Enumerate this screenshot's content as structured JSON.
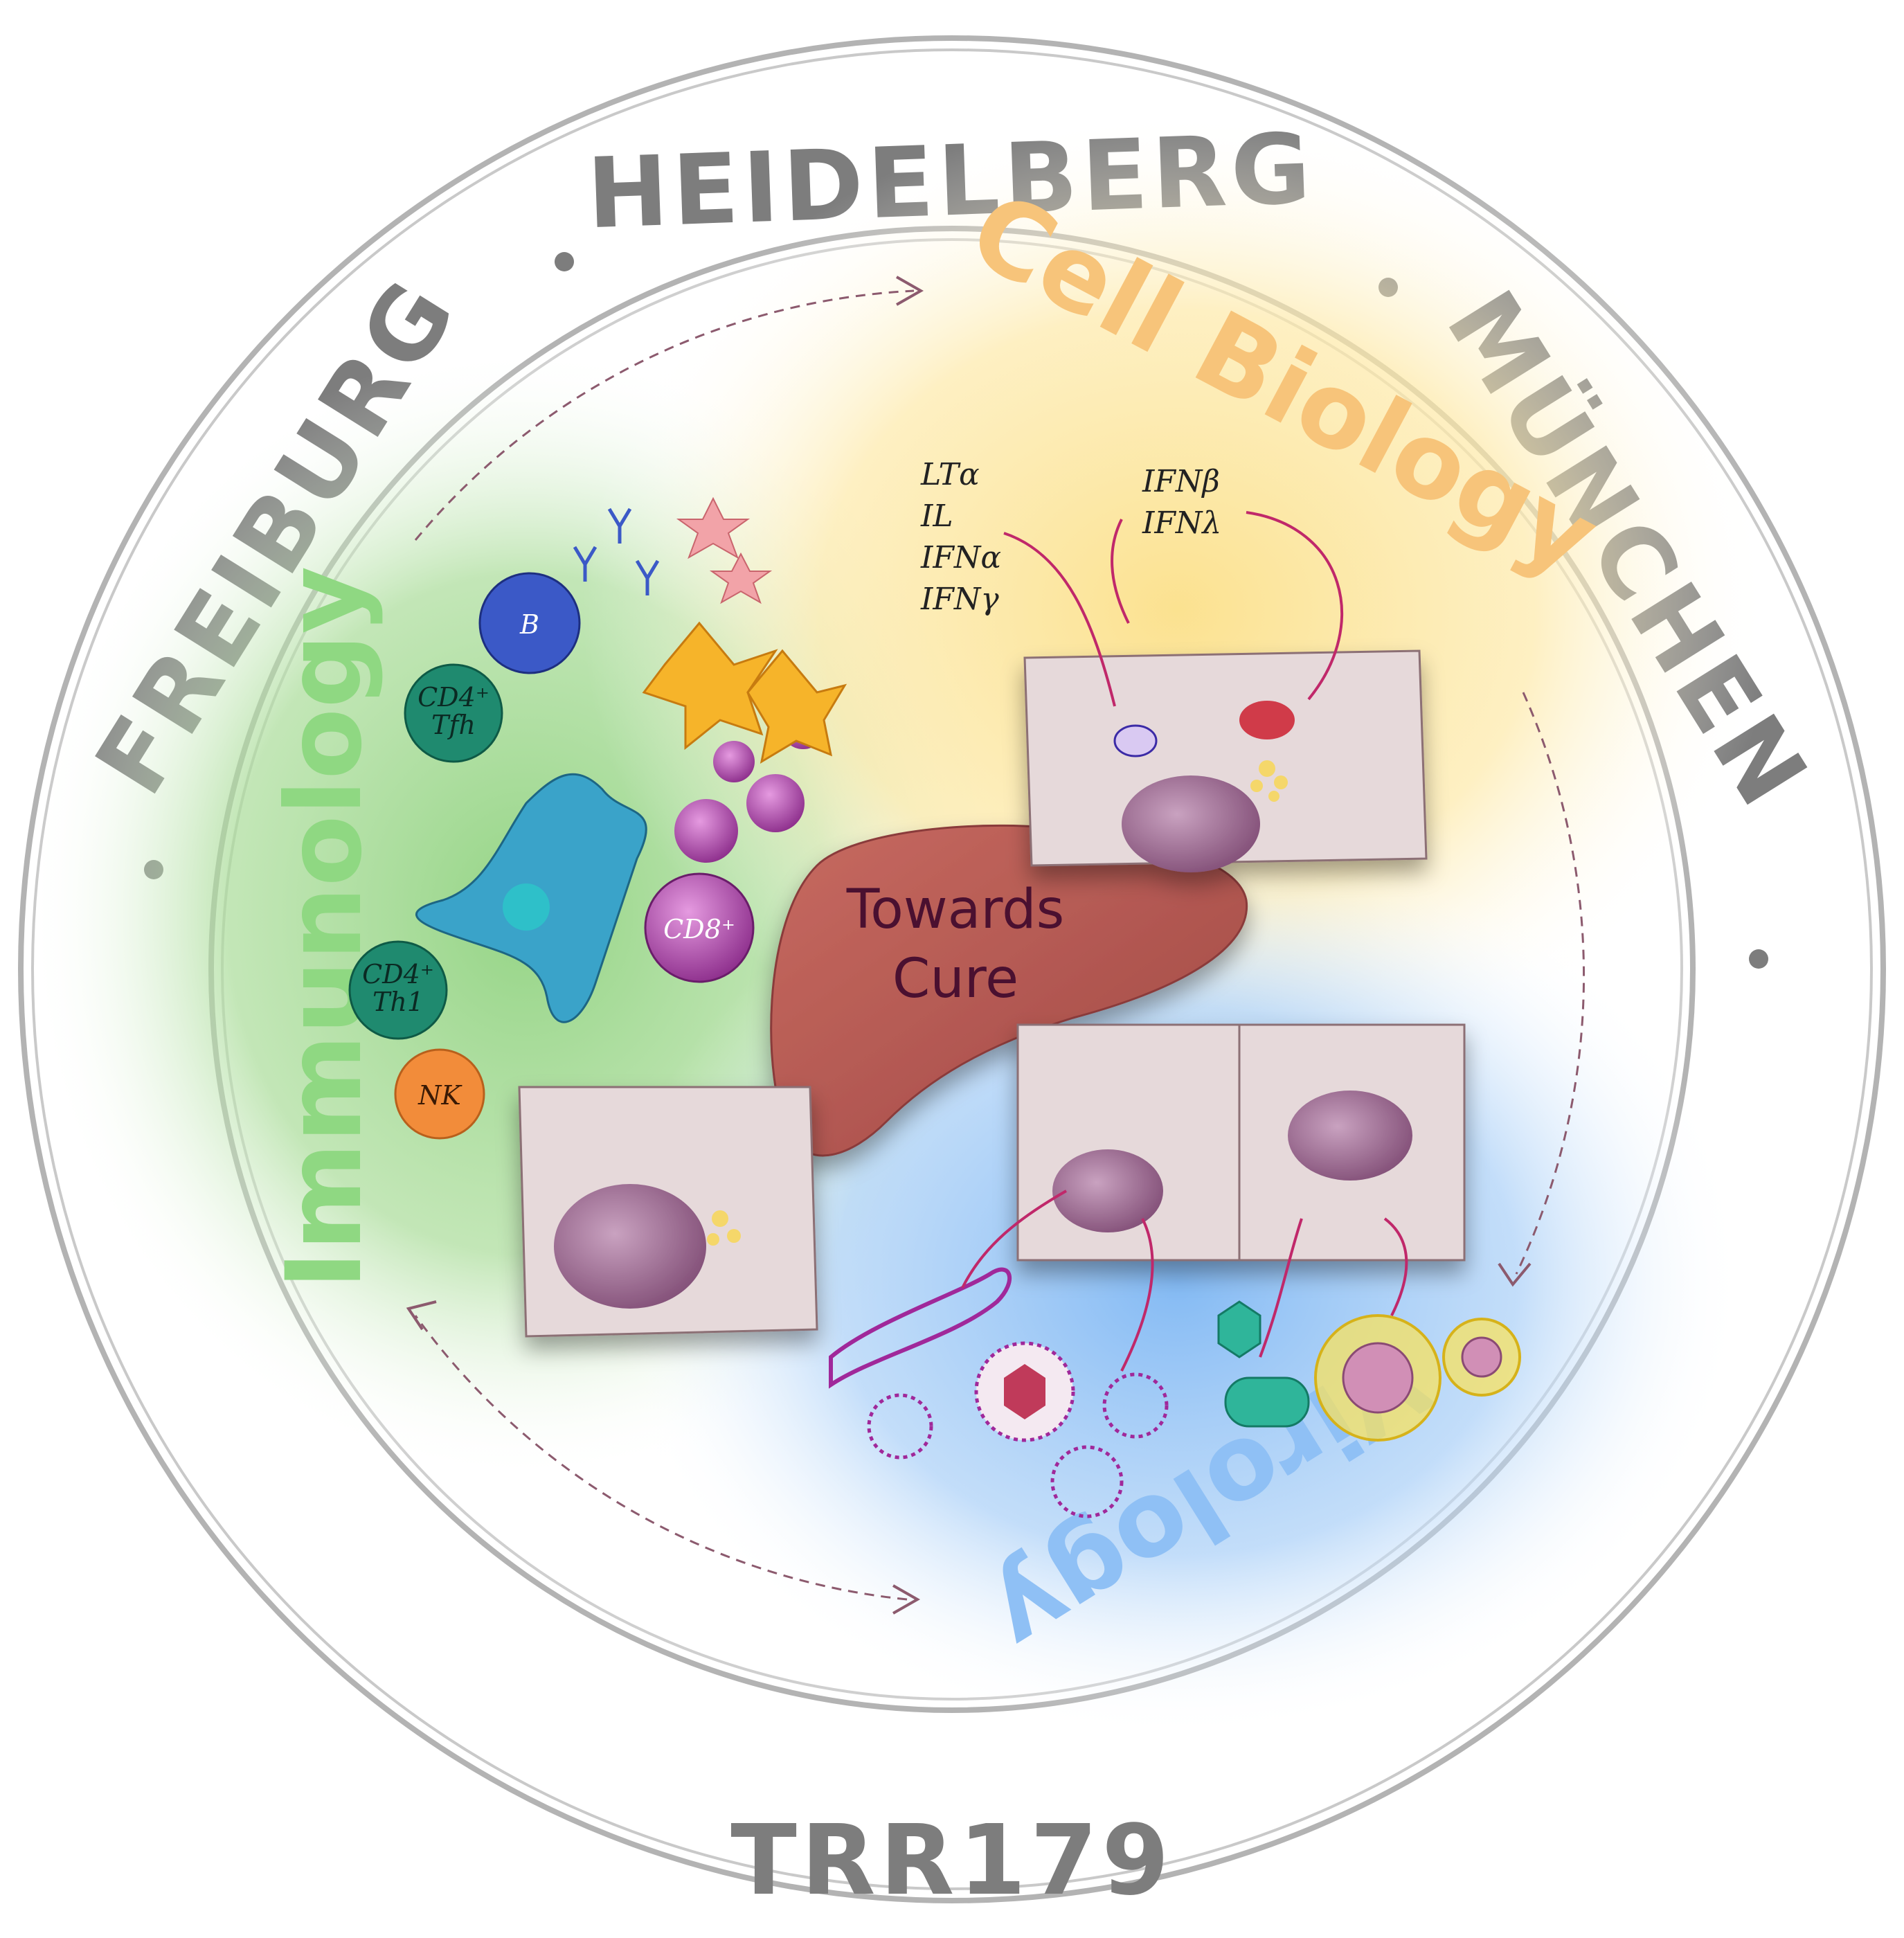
{
  "ring": {
    "top": "HEIDELBERG",
    "left": "FREIBURG",
    "right": "MÜNCHEN",
    "bottom": "TRR179"
  },
  "fields": {
    "immunology": "Immunology",
    "cell_biology": "Cell Biology",
    "virology": "Virology"
  },
  "center": {
    "line1": "Towards",
    "line2": "Cure"
  },
  "cytokines_left": [
    "LTα",
    "IL",
    "IFNα",
    "IFNγ"
  ],
  "cytokines_right": [
    "IFNβ",
    "IFNλ"
  ],
  "immune_cells": {
    "b_cell": "B",
    "cd4_tfh_1": "CD4⁺",
    "cd4_tfh_2": "Tfh",
    "cd4_th1_1": "CD4⁺",
    "cd4_th1_2": "Th1",
    "cd8": "CD8⁺",
    "nk": "NK"
  },
  "colors": {
    "ring_grey": "#7d7d7d",
    "immunology_green": "#98d98e",
    "cell_biology_orange": "#f7c47a",
    "virology_blue": "#8fc0f5",
    "liver": "#b5544f",
    "hepatocyte": "#e8dcdc"
  }
}
